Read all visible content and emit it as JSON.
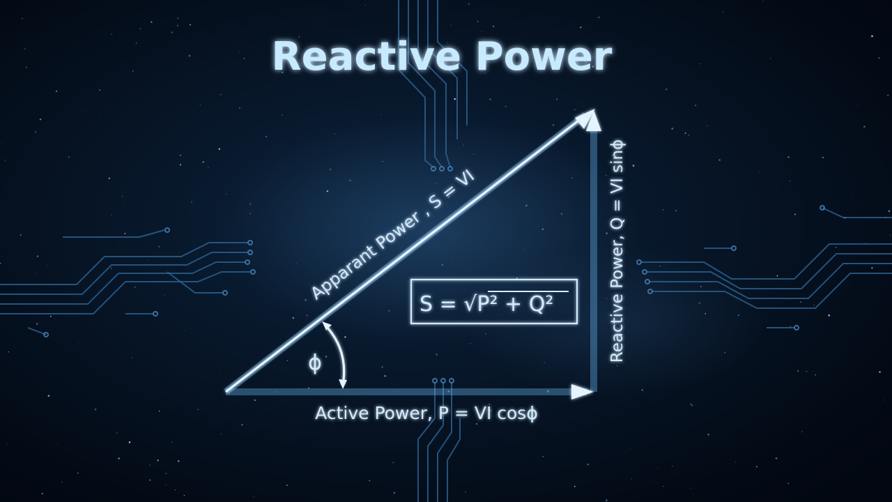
{
  "title": "Reactive Power",
  "triangle": {
    "hypotenuse_label": "Apparant Power , S = VI",
    "base_label": "Active Power, P = VI cosϕ",
    "vertical_label": "Reactive Power, Q = VI sinϕ",
    "angle_label": "ϕ"
  },
  "formula": {
    "lhs": "S = ",
    "radical": "√",
    "rhs": "P² + Q²"
  },
  "colors": {
    "accent": "#6fc0ff",
    "line": "#e3f4ff",
    "circuit": "#2f6a9e"
  }
}
